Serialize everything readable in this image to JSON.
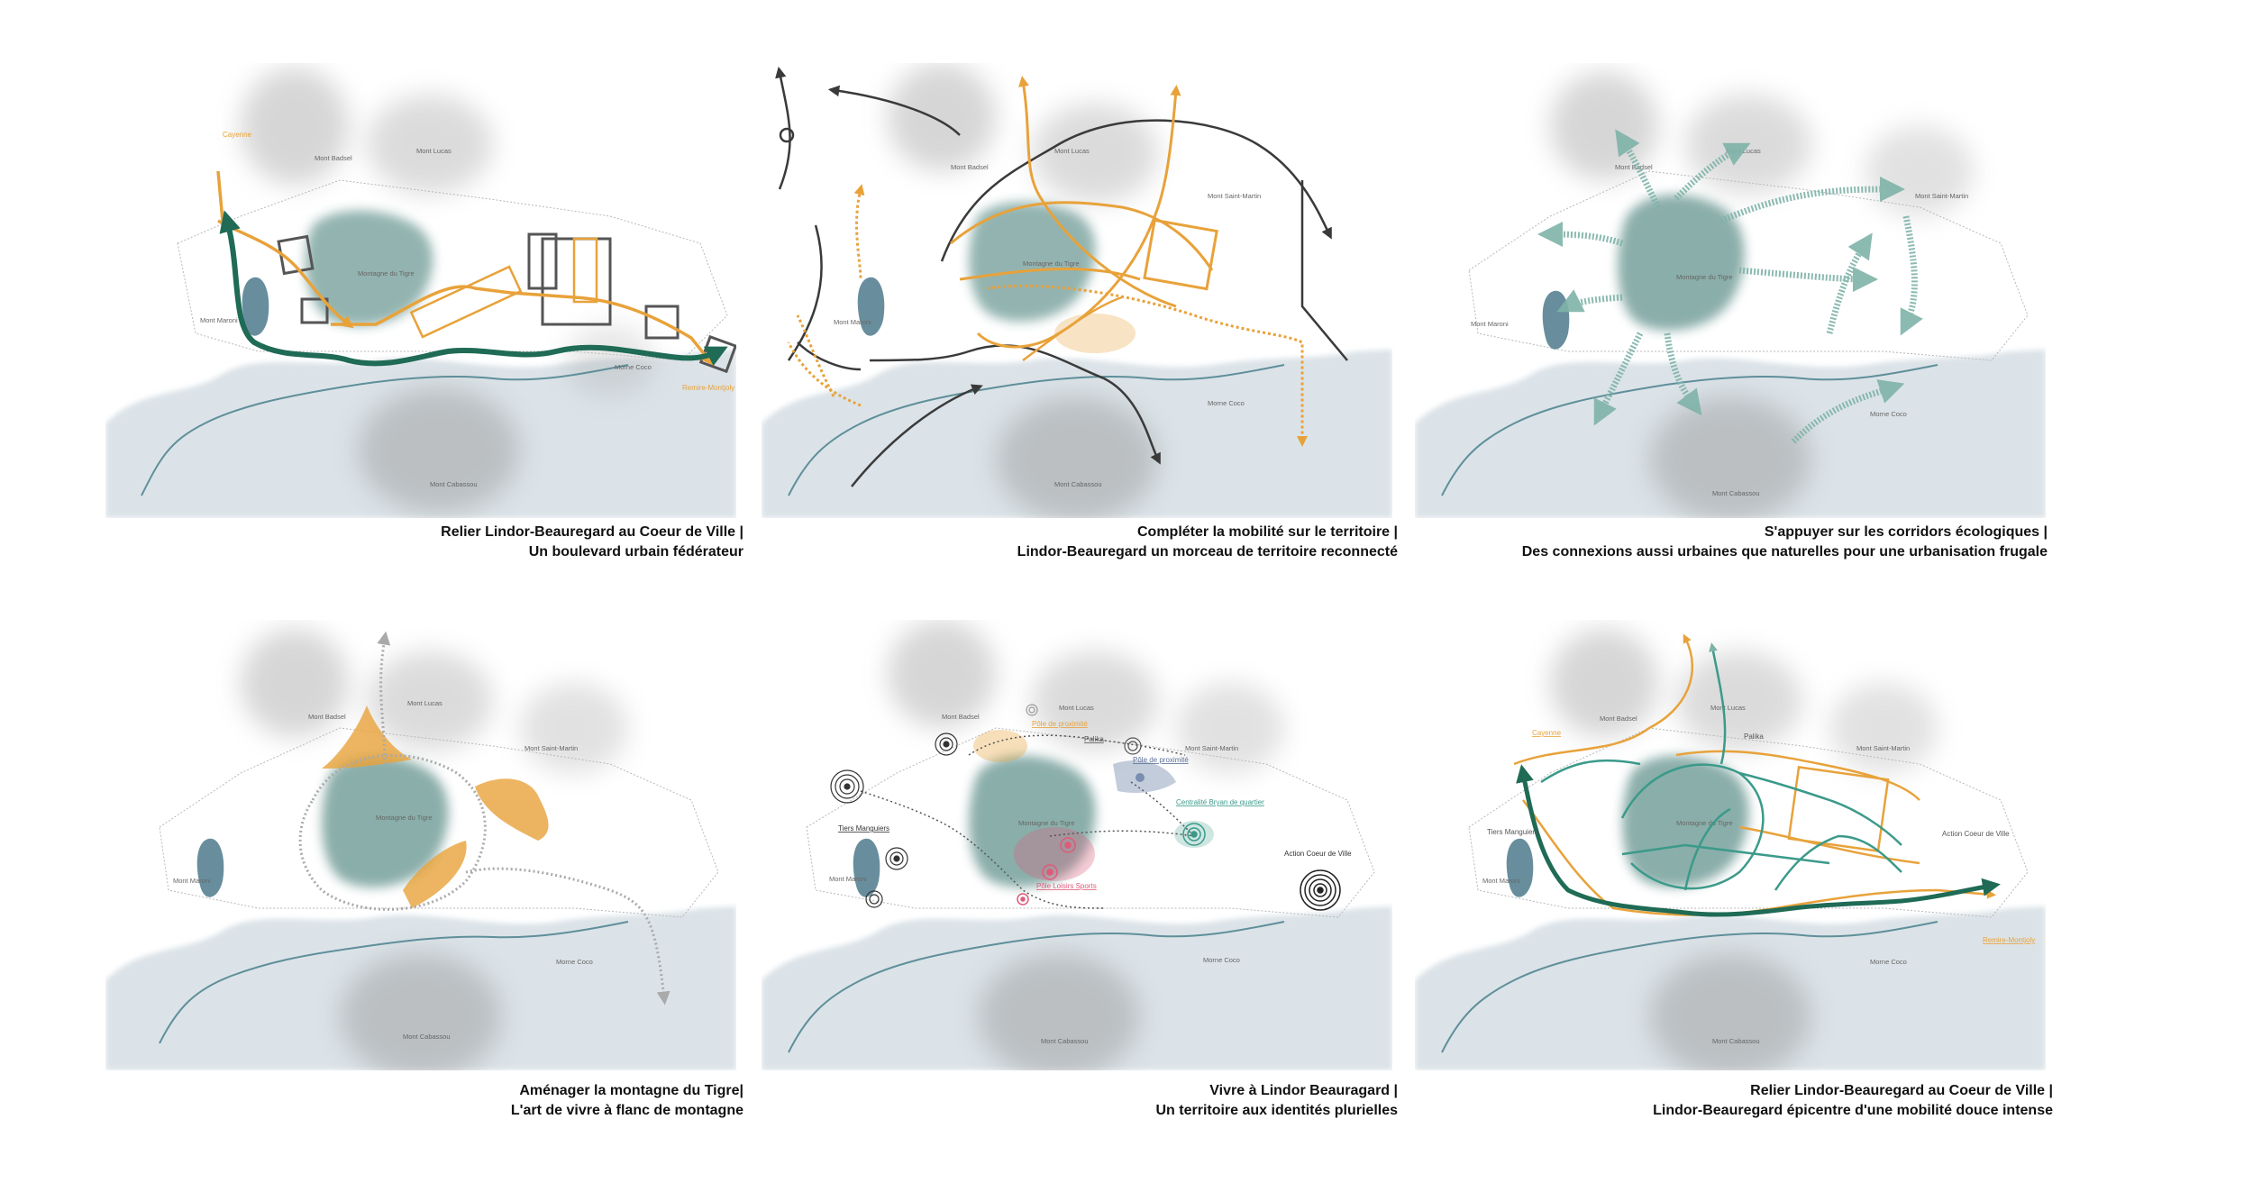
{
  "colors": {
    "mountain": "#8c8c8c",
    "tigre": "#5a8c86",
    "water": "#dbe3e8",
    "river": "#5f8f9a",
    "lake": "#4d7a8c",
    "orange": "#e8a23a",
    "green": "#1f6b55",
    "teal": "#3b9a8a",
    "pink": "#e05a7a",
    "blue": "#7a8fb0",
    "dark": "#3a3a3a"
  },
  "place_names": {
    "mont_badsel": "Mont Badsel",
    "mont_lucas": "Mont Lucas",
    "mont_saint_martin": "Mont Saint-Martin",
    "montagne_tigre": "Montagne du Tigre",
    "mont_maroni": "Mont Maroni",
    "morne_coco": "Morne Coco",
    "mont_cabassou": "Mont Cabassou"
  },
  "panels": [
    {
      "id": "p1",
      "caption_line1": "Relier Lindor-Beauregard au Coeur de Ville |",
      "caption_line2": "Un boulevard urbain fédérateur",
      "labels": {
        "cayenne": "Cayenne",
        "remire": "Remire-Montjoly"
      }
    },
    {
      "id": "p2",
      "caption_line1": "Compléter la mobilité sur le territoire |",
      "caption_line2": "Lindor-Beauregard un morceau de territoire reconnecté"
    },
    {
      "id": "p3",
      "caption_line1": "S'appuyer sur les corridors écologiques |",
      "caption_line2": "Des connexions aussi urbaines que naturelles pour une urbanisation frugale"
    },
    {
      "id": "p4",
      "caption_line1": "Aménager la montagne du Tigre|",
      "caption_line2": "L'art de vivre à flanc de montagne"
    },
    {
      "id": "p5",
      "caption_line1": "Vivre à Lindor Beauragard |",
      "caption_line2": "Un territoire aux identités plurielles",
      "labels": {
        "pole_proximite_1": "Pôle de proximité",
        "palika": "Palika",
        "pole_proximite_2": "Pôle de proximité",
        "centralite": "Centralité Bryan de quartier",
        "action_coeur": "Action Coeur de Ville",
        "tiers_manguiers": "Tiers Manguiers",
        "pole_loisirs": "Pôle Loisirs Sports"
      }
    },
    {
      "id": "p6",
      "caption_line1": "Relier Lindor-Beauregard au Coeur de Ville |",
      "caption_line2": "Lindor-Beauregard épicentre d'une mobilité douce intense",
      "labels": {
        "cayenne": "Cayenne",
        "palika": "Palika",
        "tiers_manguiers": "Tiers Manguiers",
        "action_coeur": "Action Coeur de Ville",
        "remire": "Remire-Montjoly"
      }
    }
  ]
}
